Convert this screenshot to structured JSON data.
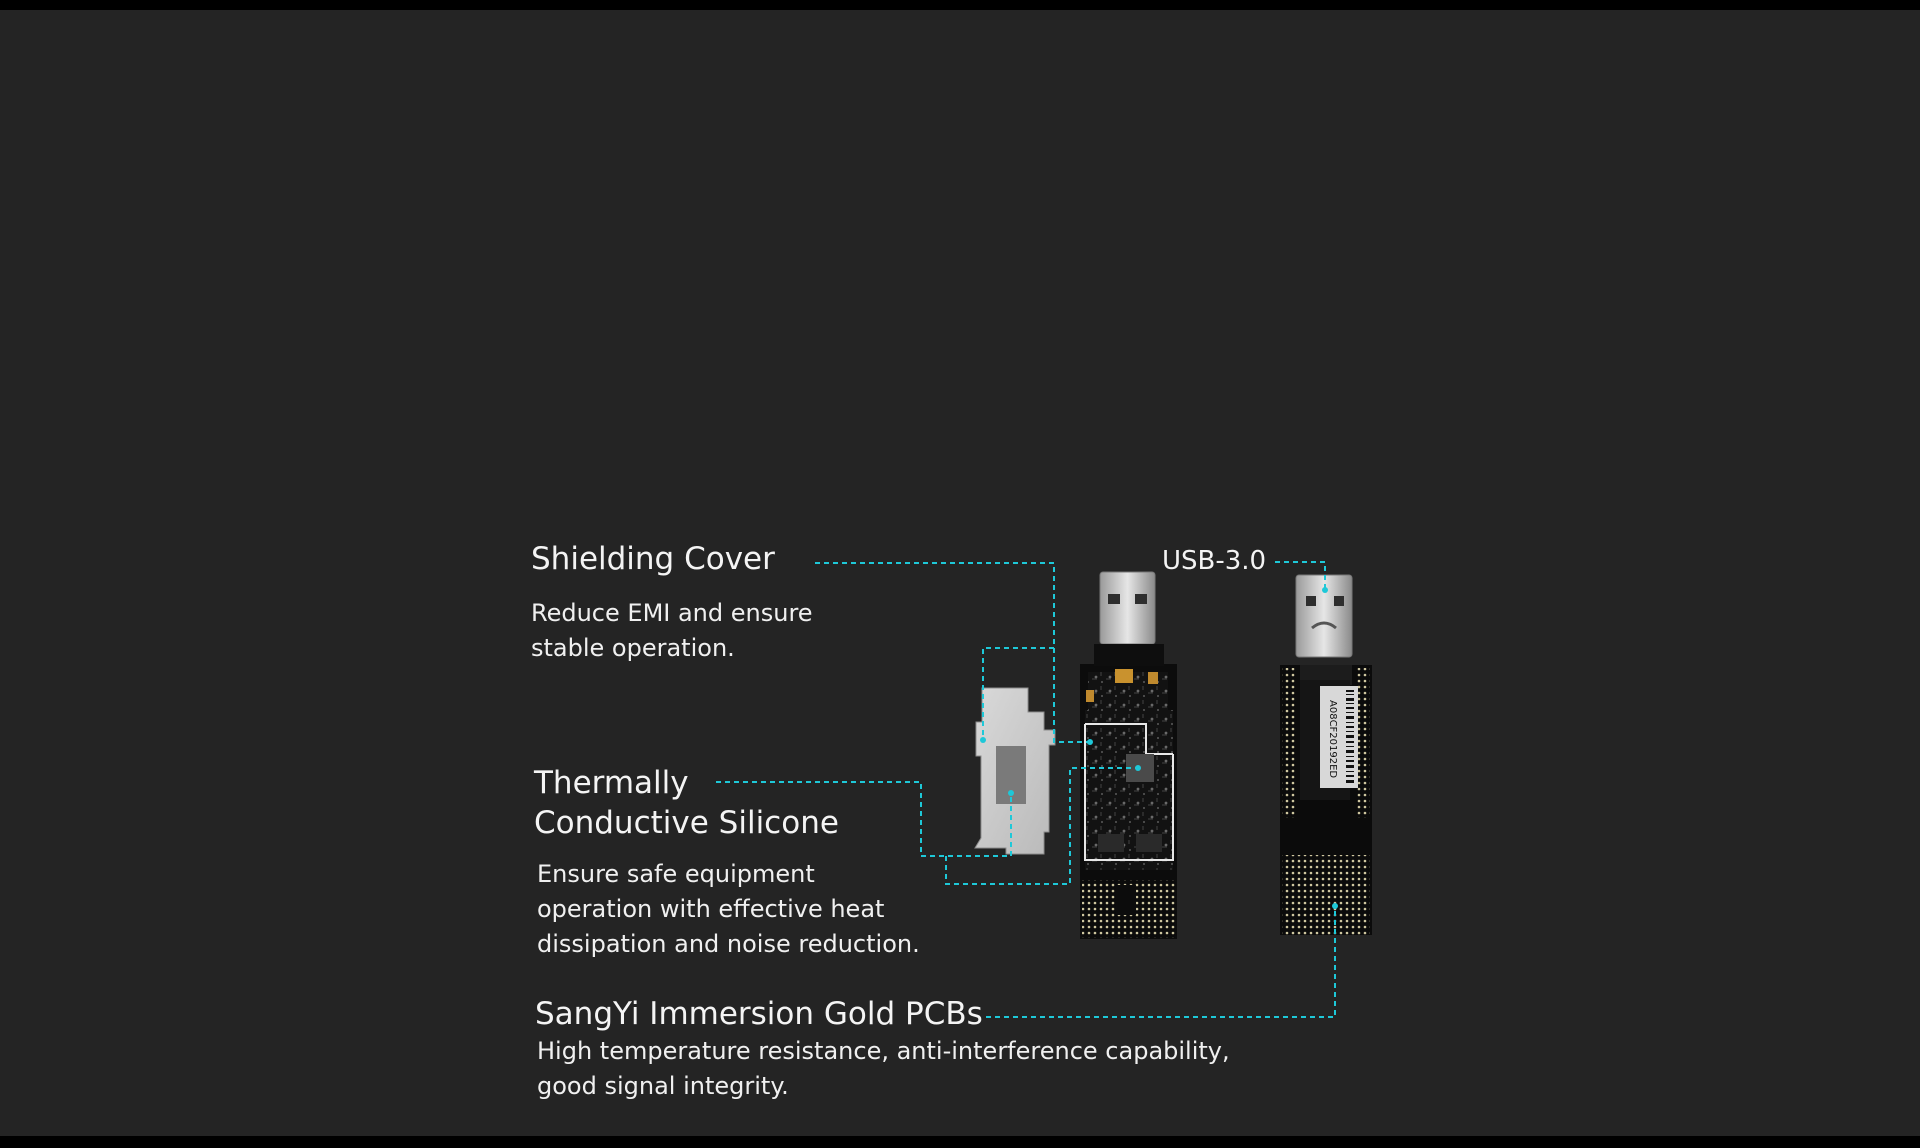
{
  "features": {
    "shielding": {
      "title": "Shielding Cover",
      "desc_lines": [
        "Reduce EMI and ensure",
        "stable operation."
      ]
    },
    "thermal": {
      "title_lines": [
        "Thermally",
        "Conductive Silicone"
      ],
      "desc_lines": [
        "Ensure safe equipment",
        "operation with effective heat",
        "dissipation and noise reduction."
      ]
    },
    "pcb": {
      "title": "SangYi Immersion Gold PCBs",
      "desc_lines": [
        "High temperature resistance, anti-interference capability,",
        "good signal integrity."
      ]
    },
    "usb": {
      "label": "USB-3.0"
    }
  },
  "product": {
    "barcode_text": "A08CF20192ED"
  },
  "colors": {
    "background": "#242424",
    "frame": "#000000",
    "callout": "#1ec8d8",
    "text": "#f4f4f4"
  }
}
